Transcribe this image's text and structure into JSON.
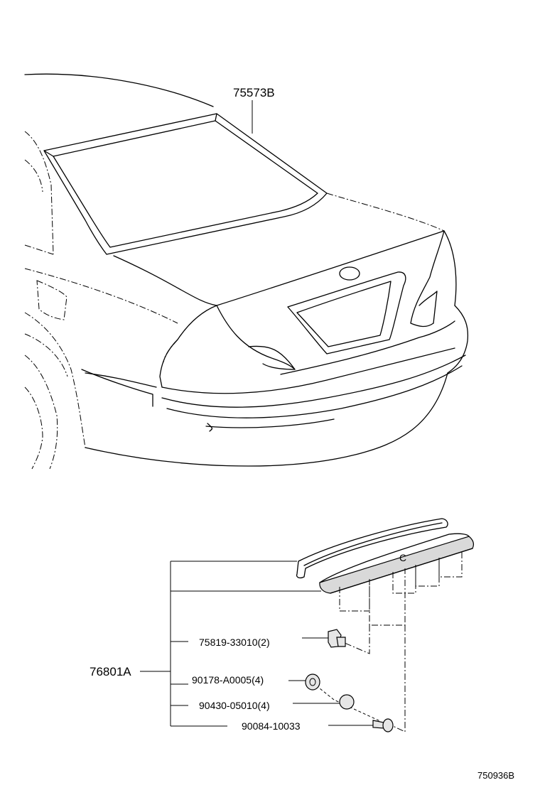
{
  "diagram": {
    "reference_code": "750936B",
    "callouts": {
      "window_molding": "75573B",
      "spoiler_assembly": "76801A",
      "clip_1": "75819-33010(2)",
      "nut_1": "90178-A0005(4)",
      "washer_1": "90430-05010(4)",
      "screw_1": "90084-10033"
    },
    "spoiler_marker": "C"
  }
}
